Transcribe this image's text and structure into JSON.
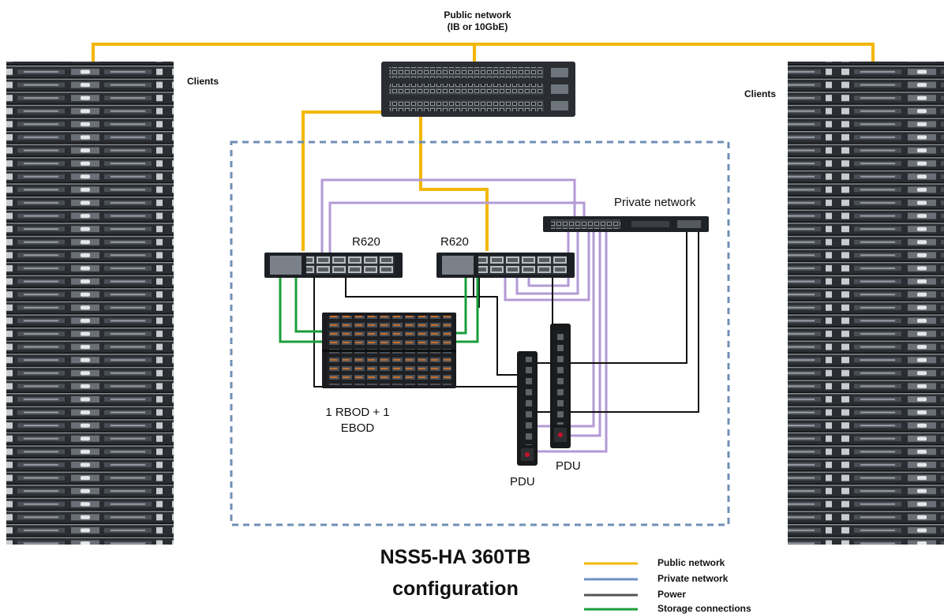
{
  "labels": {
    "public_network_top_1": "Public network",
    "public_network_top_2": "(IB or 10GbE)",
    "clients_left": "Clients",
    "clients_right": "Clients",
    "private_network": "Private network",
    "r620_left": "R620",
    "r620_right": "R620",
    "storage_line1": "1 RBOD + 1",
    "storage_line2": "EBOD",
    "pdu_left": "PDU",
    "pdu_right": "PDU",
    "title_line1": "NSS5-HA 360TB",
    "title_line2": "configuration"
  },
  "legend": [
    {
      "label": "Public network",
      "color": "#f2b705"
    },
    {
      "label": "Private network",
      "color": "#6e8fc7"
    },
    {
      "label": "Power",
      "color": "#555555"
    },
    {
      "label": "Storage connections",
      "color": "#1a9e3a"
    }
  ],
  "colors": {
    "public": "#f2b705",
    "private": "#b39ad6",
    "power": "#111111",
    "storage": "#1a9e3a",
    "boundary": "#6f8fb5"
  },
  "icons": {
    "client_rack": "server-rack-icon",
    "switch": "network-switch-icon",
    "server": "server-icon",
    "storage": "storage-enclosure-icon",
    "pdu": "power-distribution-unit-icon"
  }
}
